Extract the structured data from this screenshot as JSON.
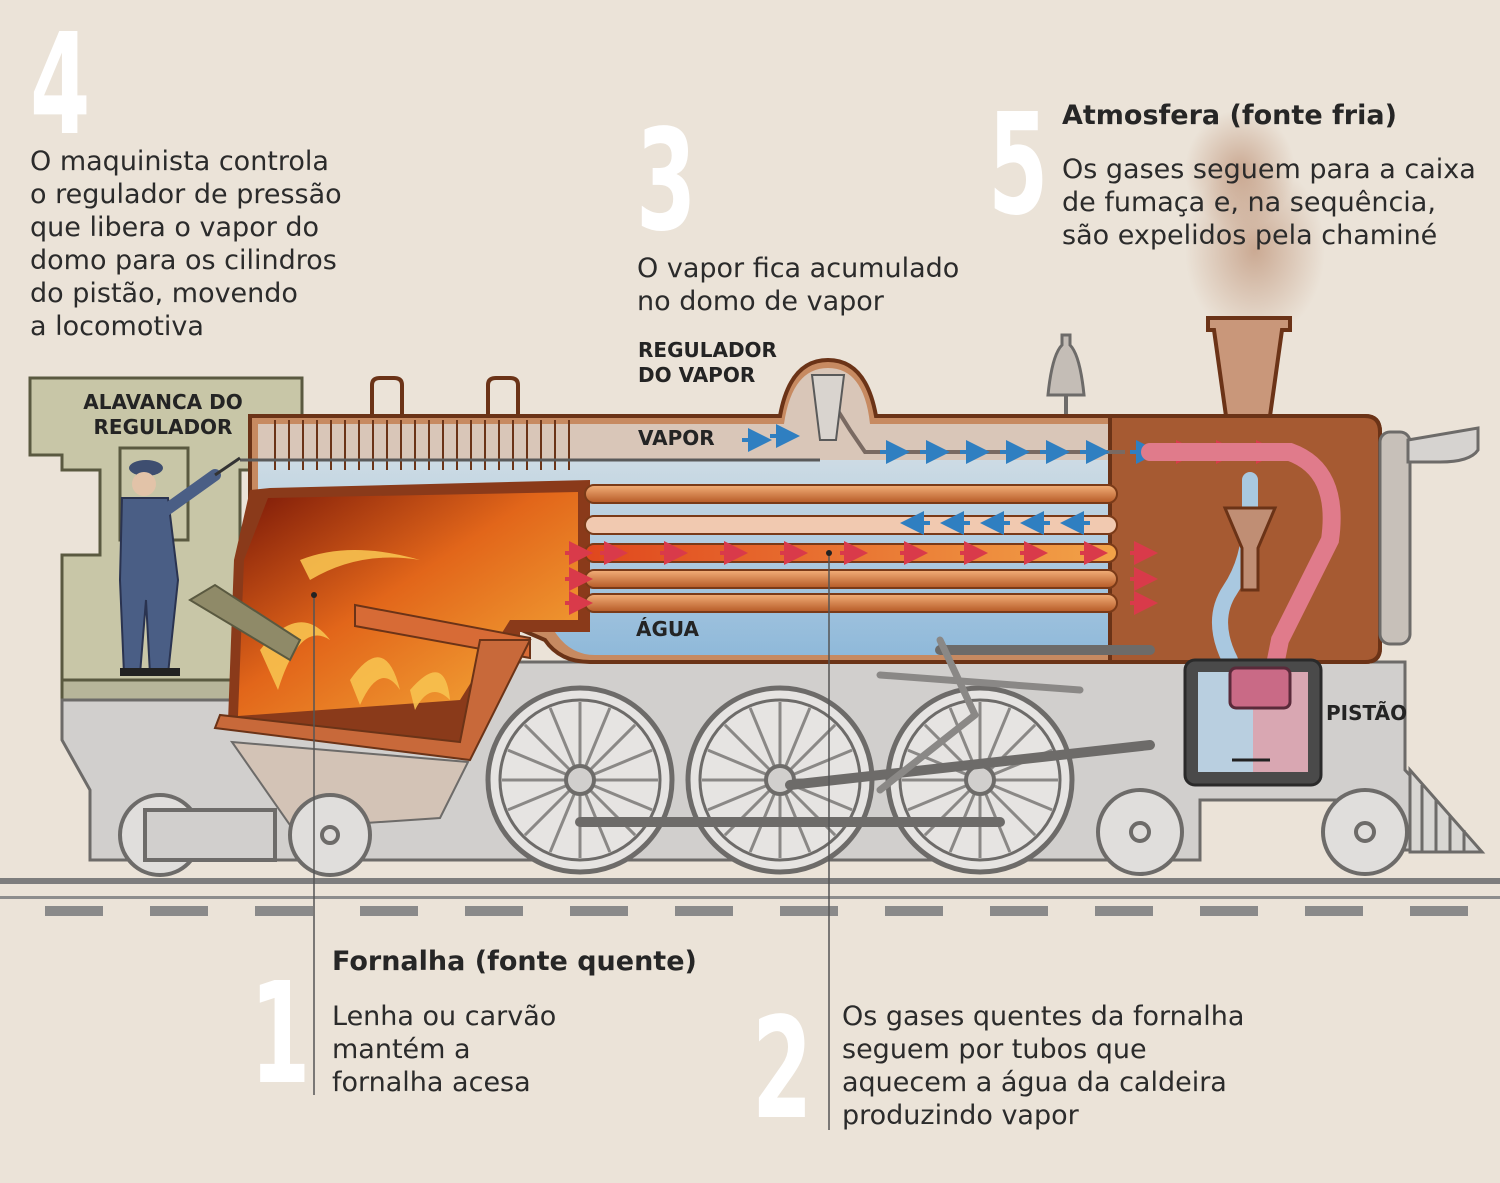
{
  "steps": {
    "s1": {
      "number": "1",
      "title": "Fornalha (fonte quente)",
      "text": "Lenha ou carvão\nmantém a\nfornalha acesa"
    },
    "s2": {
      "number": "2",
      "text": "Os gases quentes da fornalha\nseguem por tubos que\naquecem a água da caldeira\nproduzindo vapor"
    },
    "s3": {
      "number": "3",
      "text": "O vapor fica acumulado\nno domo de vapor"
    },
    "s4": {
      "number": "4",
      "text": "O maquinista controla\no regulador de pressão\nque libera o vapor do\ndomo para os cilindros\ndo pistão, movendo\na locomotiva"
    },
    "s5": {
      "number": "5",
      "title": "Atmosfera (fonte fria)",
      "text": "Os gases seguem para a caixa\nde fumaça e, na sequência,\nsão expelidos pela chaminé"
    }
  },
  "labels": {
    "lever": "ALAVANCA DO\nREGULADOR",
    "regulator": "REGULADOR\nDO VAPOR",
    "steam": "VAPOR",
    "water": "ÁGUA",
    "piston": "PISTÃO"
  },
  "colors": {
    "background": "#ebe3d8",
    "boiler_copper": "#b06a3f",
    "water_blue": "#9fc3df",
    "fire_orange": "#f08a1e",
    "tube_copper": "#d57b3c",
    "arrow_blue": "#2f7fc1",
    "arrow_red": "#d93a4a",
    "chassis_gray": "#d1cfcd"
  }
}
